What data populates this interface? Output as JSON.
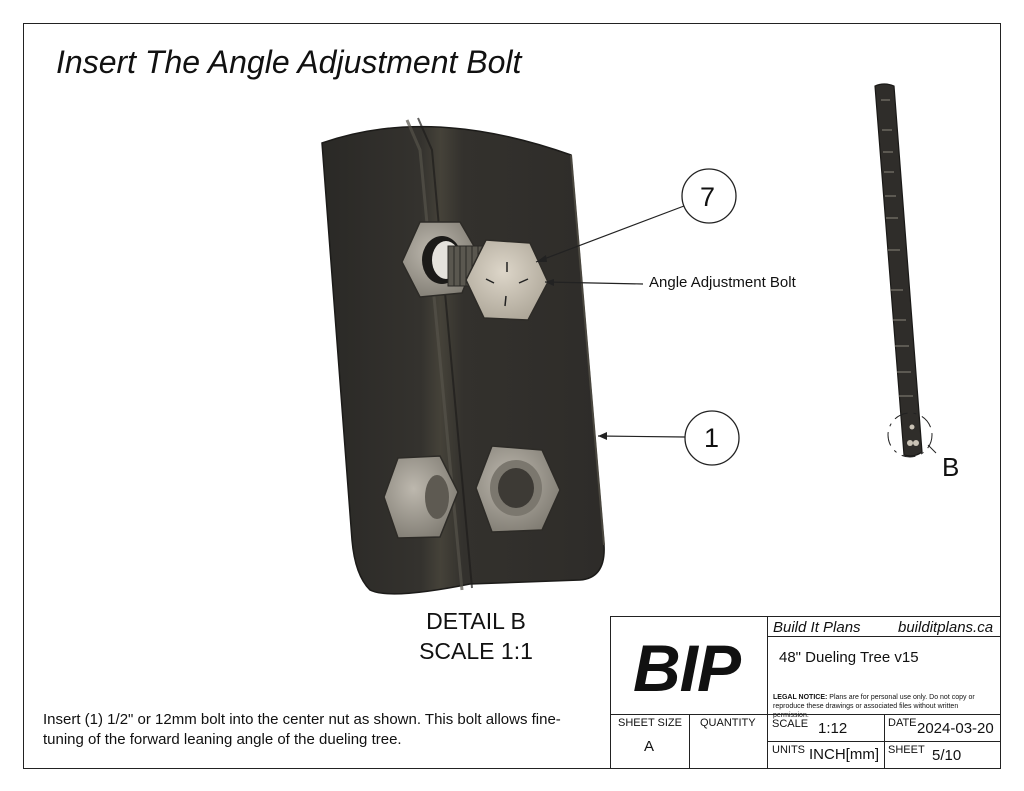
{
  "title": "Insert The Angle Adjustment Bolt",
  "callouts": {
    "bolt_number": "7",
    "plate_number": "1",
    "bolt_label": "Angle Adjustment Bolt",
    "detail_marker": "B"
  },
  "detail_caption": {
    "line1": "DETAIL B",
    "line2": "SCALE 1:1"
  },
  "instructions": "Insert (1) 1/2\" or 12mm bolt into the center nut as shown. This bolt allows fine-tuning of the forward leaning angle of the dueling tree.",
  "title_block": {
    "logo": "BIP",
    "company": "Build It Plans",
    "website": "builditplans.ca",
    "project": "48\" Dueling Tree v15",
    "legal_heading": "LEGAL NOTICE:",
    "legal_text": "Plans are for personal use only. Do not copy or reproduce these drawings or associated files without written permission.",
    "sheet_size_label": "SHEET SIZE",
    "sheet_size_value": "A",
    "quantity_label": "QUANTITY",
    "scale_label": "SCALE",
    "scale_value": "1:12",
    "date_label": "DATE",
    "date_value": "2024-03-20",
    "units_label": "UNITS",
    "units_value": "INCH[mm]",
    "sheet_label": "SHEET",
    "sheet_value": "5/10"
  },
  "colors": {
    "plate_dark": "#2b2a27",
    "plate_mid": "#3d3b37",
    "nut_metal": "#9b968d",
    "bolt_head": "#c9c2b5"
  }
}
